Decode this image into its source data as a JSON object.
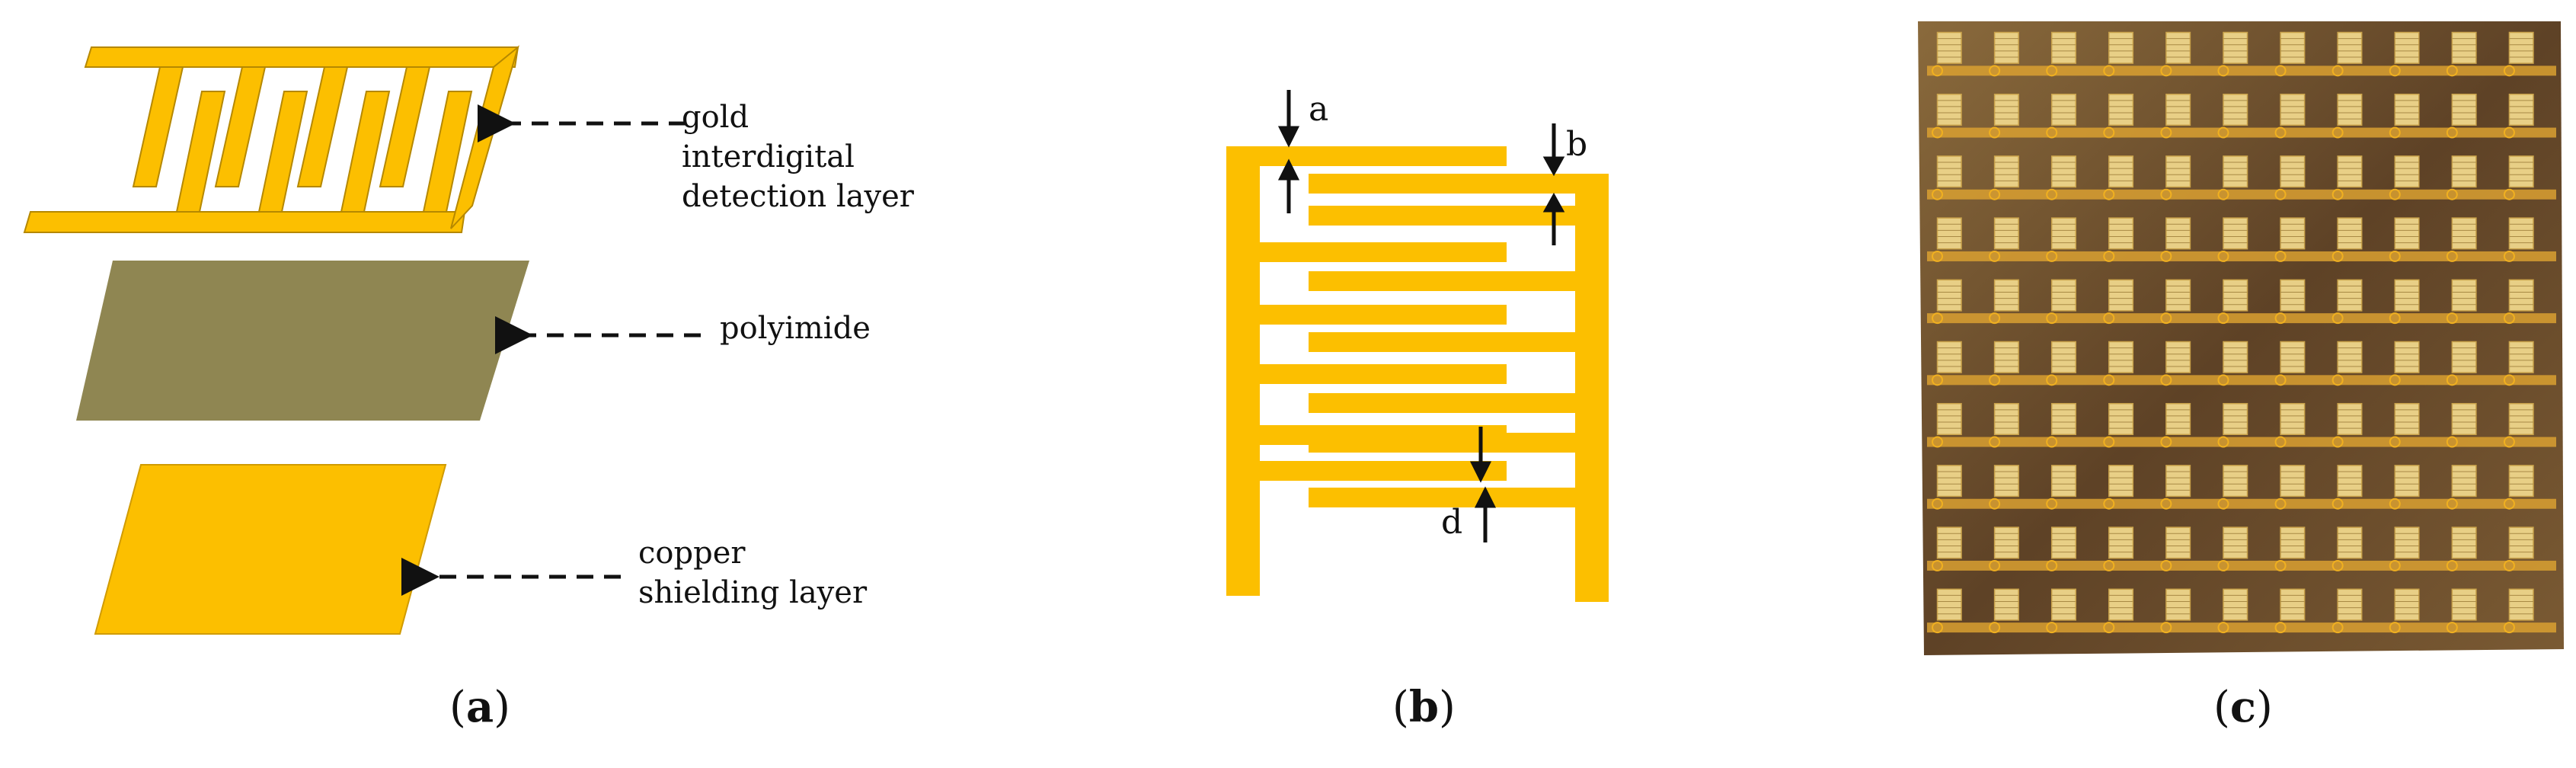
{
  "colors": {
    "gold": "#FCBF00",
    "polyimide": "#8F8652",
    "copper": "#FCBF00",
    "photo_board": "#6B4A2A"
  },
  "panel_a": {
    "labels": {
      "gold_line1": "gold",
      "gold_line2": "interdigital",
      "gold_line3": "detection layer",
      "polyimide": "polyimide",
      "copper_line1": "copper",
      "copper_line2": "shielding layer"
    },
    "caption": {
      "open": "(",
      "letter": "a",
      "close": ")"
    }
  },
  "panel_b": {
    "dims": {
      "a": "a",
      "b": "b",
      "d": "d"
    },
    "caption": {
      "open": "(",
      "letter": "b",
      "close": ")"
    }
  },
  "panel_c": {
    "photo_grid": {
      "rows": 10,
      "cols": 11
    },
    "caption": {
      "open": "(",
      "letter": "c",
      "close": ")"
    }
  }
}
